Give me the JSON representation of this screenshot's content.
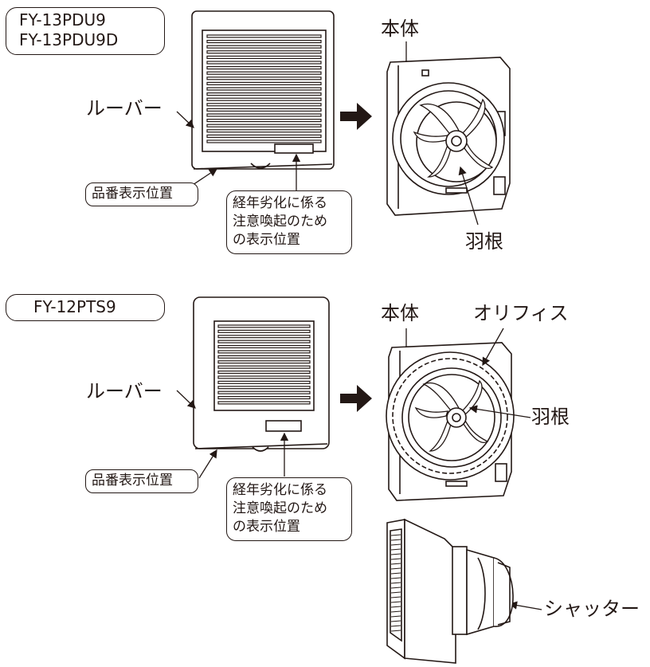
{
  "section1": {
    "models": [
      "FY-13PDU9",
      "FY-13PDU9D"
    ],
    "label_louver": "ルーバー",
    "label_model_position": "品番表示位置",
    "label_warning_lines": [
      "経年劣化に係る",
      "注意喚起のため",
      "の表示位置"
    ],
    "label_body": "本体",
    "label_blade": "羽根"
  },
  "section2": {
    "models": [
      "FY-12PTS9"
    ],
    "label_louver": "ルーバー",
    "label_model_position": "品番表示位置",
    "label_warning_lines": [
      "経年劣化に係る",
      "注意喚起のため",
      "の表示位置"
    ],
    "label_body": "本体",
    "label_orifice": "オリフィス",
    "label_blade": "羽根",
    "label_shutter": "シャッター"
  },
  "colors": {
    "ink": "#231815",
    "paper": "#ffffff",
    "shade": "#d9d9d9"
  }
}
